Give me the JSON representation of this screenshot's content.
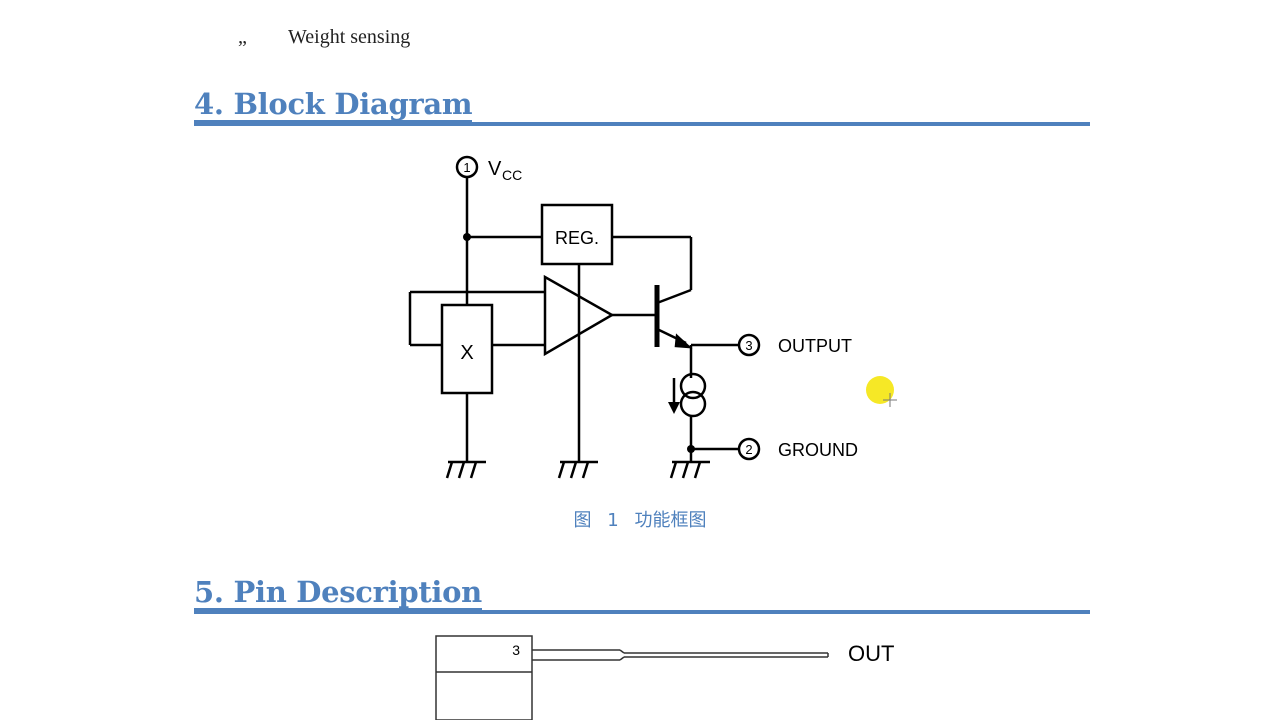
{
  "previous_item": {
    "bullet": "„",
    "text": "Weight sensing"
  },
  "sections": {
    "block_diagram": {
      "title": "4. Block Diagram"
    },
    "pin_description": {
      "title": "5. Pin Description"
    }
  },
  "diagram": {
    "pin1_number": "1",
    "vcc_label": "V",
    "vcc_subscript": "CC",
    "reg_label": "REG.",
    "multiplier_label": "X",
    "pin3_number": "3",
    "output_label": "OUTPUT",
    "pin2_number": "2",
    "ground_label": "GROUND"
  },
  "caption": {
    "prefix": "图",
    "number": "1",
    "text": "功能框图"
  },
  "pin_drawing": {
    "pin_number": "3",
    "label": "OUT"
  },
  "colors": {
    "heading": "#4f81bd",
    "caption": "#4f81bd",
    "cursor": "#f5e400"
  }
}
